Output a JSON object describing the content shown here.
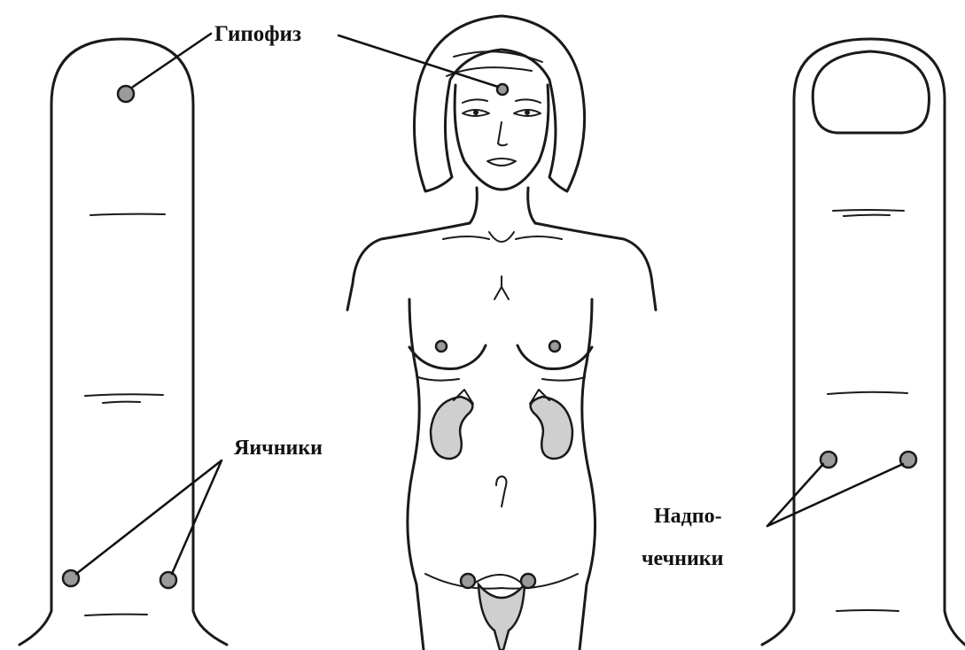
{
  "labels": {
    "pituitary": "Гипофиз",
    "ovaries": "Яичники",
    "adrenals_line1": "Надпо-",
    "adrenals_line2": "чечники"
  },
  "colors": {
    "ink": "#1a1a1a",
    "gland_fill": "#9a9a9a",
    "organ_fill": "#cfcfcf",
    "background": "#ffffff"
  }
}
